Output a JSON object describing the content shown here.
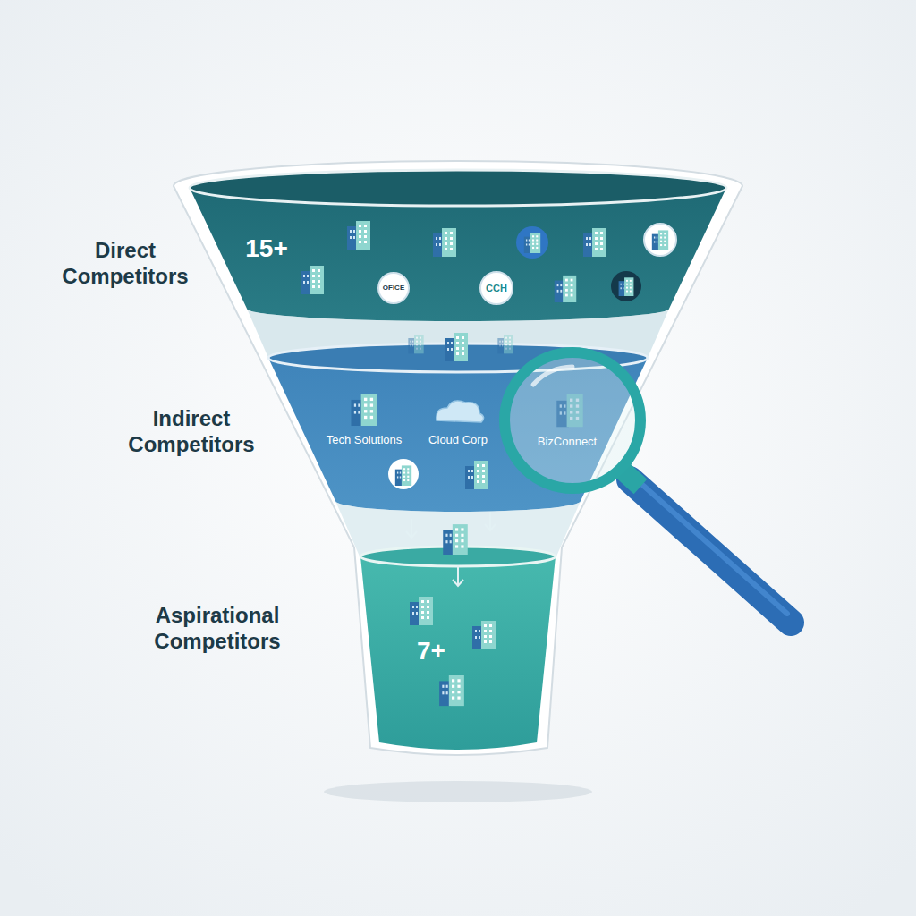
{
  "diagram": {
    "nodes": [
      {
        "text": [
          "Direct Competitors",
          "15+"
        ]
      },
      {
        "text": [
          "OFICE"
        ],
        "in": 0
      },
      {
        "text": [
          "CCH"
        ],
        "in": 0
      },
      {
        "text": [
          "Indirect Competitors",
          "Tech Solutions",
          "Cloud Corp",
          "BizConnect"
        ]
      },
      {
        "text": [
          "Aspirational Competitors",
          "7+"
        ]
      }
    ]
  }
}
